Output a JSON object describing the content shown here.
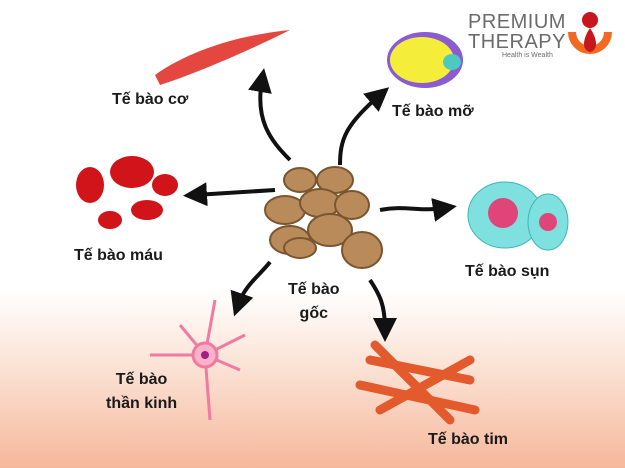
{
  "labels": {
    "muscle": "Tế bào cơ",
    "fat": "Tế bào mỡ",
    "blood": "Tế bào máu",
    "cartilage": "Tế bào sụn",
    "stem_line1": "Tế bào",
    "stem_line2": "gốc",
    "nerve_line1": "Tế bào",
    "nerve_line2": "thần kinh",
    "heart": "Tế bào tim"
  },
  "logo": {
    "line1": "PREMIUM",
    "line2": "THERAPY",
    "tagline": "Health is Wealth",
    "colors": {
      "orange": "#f26a21",
      "red": "#c8161d",
      "text": "#6b6b6b"
    }
  }
}
